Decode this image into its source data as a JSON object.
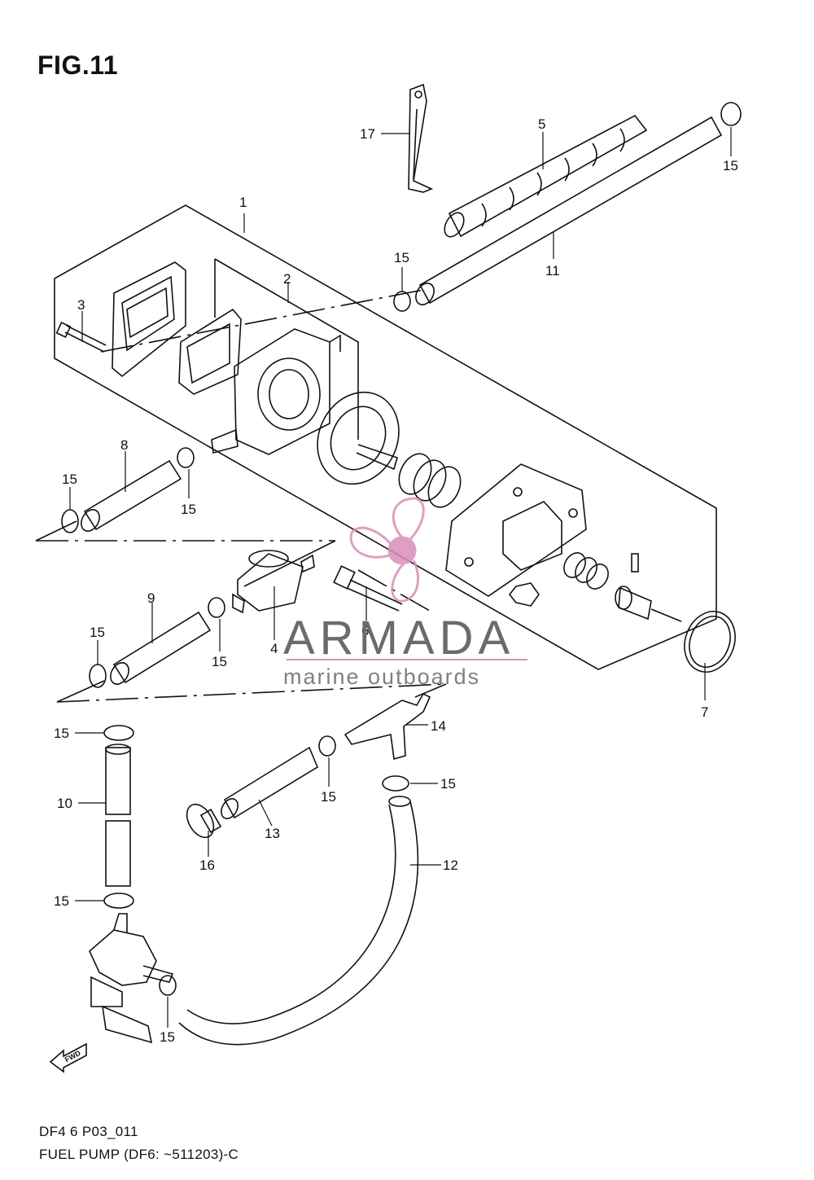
{
  "figure": {
    "title": "FIG.11",
    "code": "DF4 6 P03_011",
    "description": "FUEL PUMP (DF6: ~511203)-C"
  },
  "watermark": {
    "name": "ARMADA",
    "tagline": "marine outboards",
    "accent_color": "#d98fb8",
    "text_color": "#6b6b6b"
  },
  "callouts": {
    "c1": "1",
    "c2": "2",
    "c3": "3",
    "c4": "4",
    "c5": "5",
    "c6": "6",
    "c7": "7",
    "c8": "8",
    "c9": "9",
    "c10": "10",
    "c11": "11",
    "c12": "12",
    "c13": "13",
    "c14": "14",
    "c15": "15",
    "c16": "16",
    "c17": "17"
  },
  "fwd_label": "FWD",
  "line_color": "#111111"
}
